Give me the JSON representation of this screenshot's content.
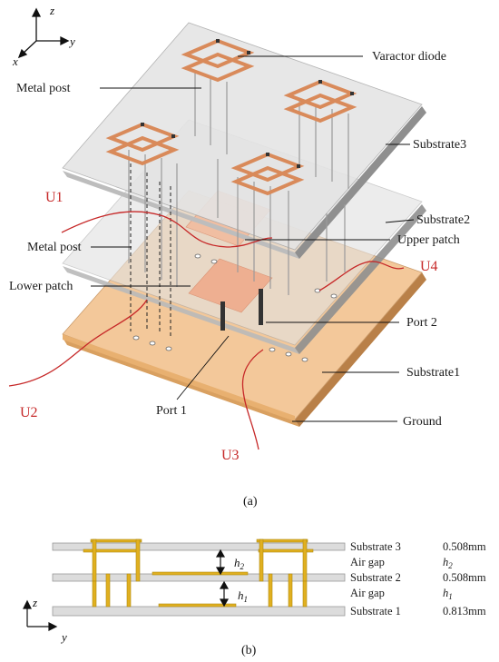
{
  "figure_a": {
    "axes": {
      "z": "z",
      "y": "y",
      "x": "x"
    },
    "labels": {
      "varactor": "Varactor diode",
      "metal_post_top": "Metal post",
      "substrate3": "Substrate3",
      "substrate2": "Substrate2",
      "upper_patch": "Upper patch",
      "metal_post_mid": "Metal post",
      "lower_patch": "Lower patch",
      "port2": "Port 2",
      "substrate1": "Substrate1",
      "port1": "Port 1",
      "ground": "Ground"
    },
    "units": {
      "u1": "U1",
      "u2": "U2",
      "u3": "U3",
      "u4": "U4"
    },
    "caption": "(a)"
  },
  "figure_b": {
    "layers": [
      {
        "name": "Substrate 3",
        "thickness": "0.508mm"
      },
      {
        "name": "Air gap",
        "thickness": "h2"
      },
      {
        "name": "Substrate 2",
        "thickness": "0.508mm"
      },
      {
        "name": "Air gap",
        "thickness": "h1"
      },
      {
        "name": "Substrate 1",
        "thickness": "0.813mm"
      }
    ],
    "gap_labels": {
      "h2": "h",
      "h2_sub": "2",
      "h1": "h",
      "h1_sub": "1"
    },
    "axes": {
      "z": "z",
      "y": "y"
    },
    "caption": "(b)"
  },
  "colors": {
    "substrate": "#d9d9d9",
    "ground": "#e8a858",
    "patch": "#f0b89a",
    "copper_ring": "#d98a5a",
    "gold_post": "#e0b020",
    "red_line": "#c62828"
  }
}
